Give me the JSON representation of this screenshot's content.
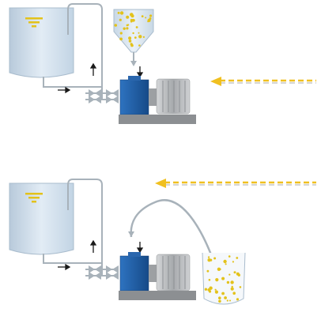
{
  "panels": [
    {
      "id": "top",
      "feed": "hopper",
      "flow_arrow": "right-to-left"
    },
    {
      "id": "bottom",
      "feed": "suction-hose-from-container",
      "flow_arrow": "right-to-left"
    }
  ],
  "colors": {
    "tank_fill": "#cfe0ee",
    "tank_stroke": "#9fb3c4",
    "pipe": "#a8b2ba",
    "pump_blue": "#1f5fa8",
    "motor_gray": "#b9bcbf",
    "base_gray": "#8c8f92",
    "particles": "#e3c21b",
    "dash_yellow": "#f0c020",
    "dash_gray": "#c7c7c7",
    "arrow_black": "#1a1a1a"
  },
  "icons": [
    "tank",
    "hopper",
    "pump",
    "motor",
    "valve",
    "flow-arrow",
    "hose",
    "container"
  ]
}
